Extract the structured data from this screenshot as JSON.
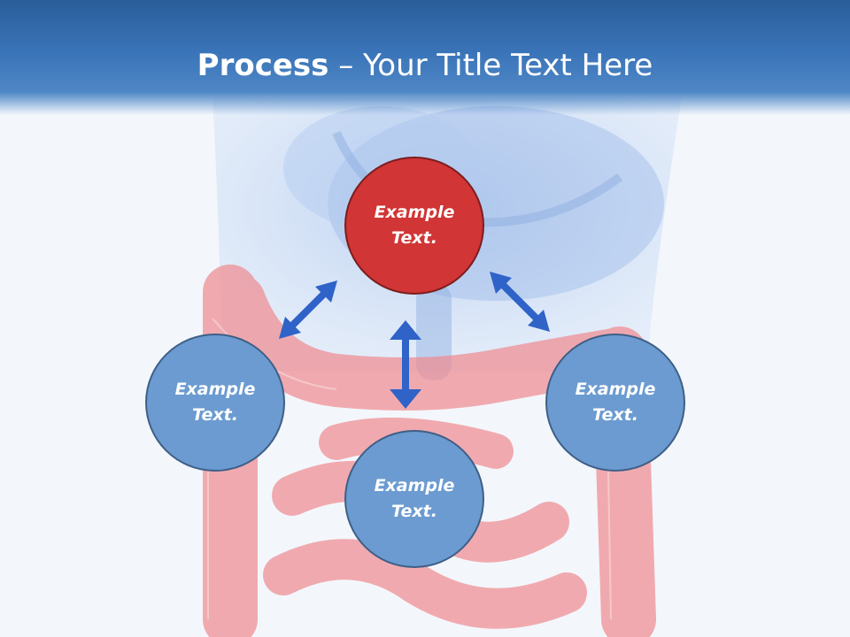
{
  "title": {
    "bold": "Process",
    "separator": " – ",
    "rest": "Your Title Text Here"
  },
  "nodes": [
    {
      "label": "Example\nText."
    },
    {
      "label": "Example\nText."
    },
    {
      "label": "Example\nText."
    },
    {
      "label": "Example\nText."
    }
  ],
  "colors": {
    "title_bar": "#3a74b8",
    "center_node": "#d13535",
    "outer_nodes": "#6b9bd0",
    "arrows": "#2f63c8",
    "background": "#f3f7fc"
  }
}
